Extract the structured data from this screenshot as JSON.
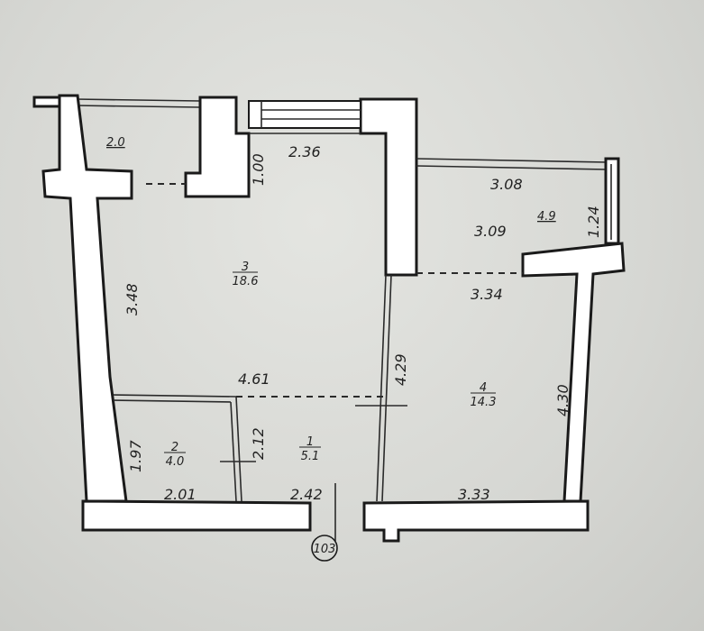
{
  "floor_plan": {
    "rooms": [
      {
        "number": "1",
        "area": "5.1"
      },
      {
        "number": "2",
        "area": "4.0"
      },
      {
        "number": "3",
        "area": "18.6"
      },
      {
        "number": "4",
        "area": "14.3"
      }
    ],
    "balconies": [
      {
        "area": "2.0"
      },
      {
        "area": "4.9"
      }
    ],
    "dimensions": {
      "top_opening": "2.36",
      "window_depth": "1.00",
      "balcony_right_outer": "3.08",
      "balcony_right_inner": "3.09",
      "balcony_right_depth": "1.24",
      "room3_left": "3.48",
      "room3_bottom": "4.61",
      "wall_mid": "4.29",
      "room4_top": "3.34",
      "room4_right": "4.30",
      "room2_height": "1.97",
      "room2_width_side": "2.12",
      "room2_bottom": "2.01",
      "room1_bottom": "2.42",
      "room4_bottom": "3.33"
    },
    "apartment_number": "103"
  }
}
